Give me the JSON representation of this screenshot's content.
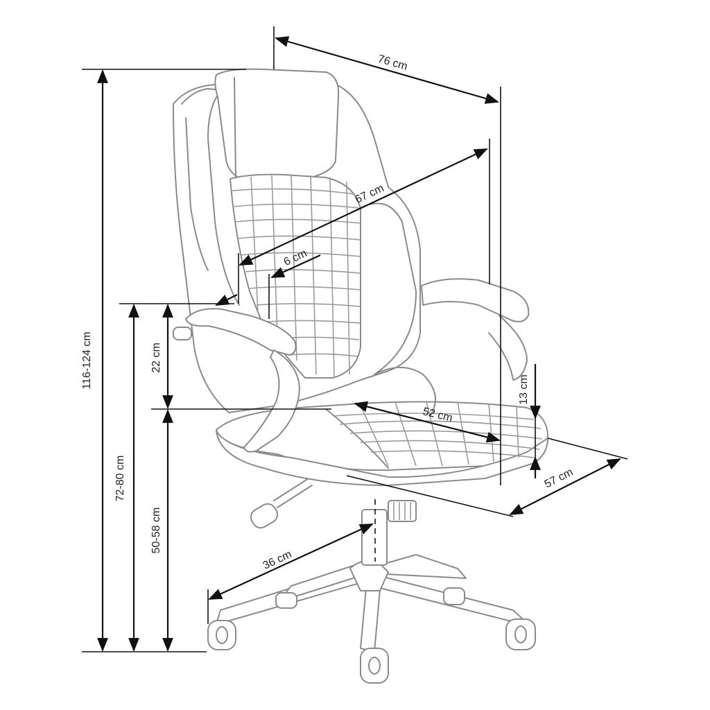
{
  "dimensions": {
    "overall_width": "76 cm",
    "backrest_width": "67 cm",
    "backrest_offset": "6 cm",
    "overall_height": "116-124 cm",
    "armrest_height": "72-80 cm",
    "armrest_above_seat": "22 cm",
    "seat_height": "50-58 cm",
    "seat_depth": "52 cm",
    "seat_thickness": "13 cm",
    "seat_width": "57 cm",
    "base_radius": "36 cm"
  },
  "colors": {
    "outline": "#8a8a8a",
    "dimension_lines": "#111111",
    "background": "#ffffff"
  }
}
